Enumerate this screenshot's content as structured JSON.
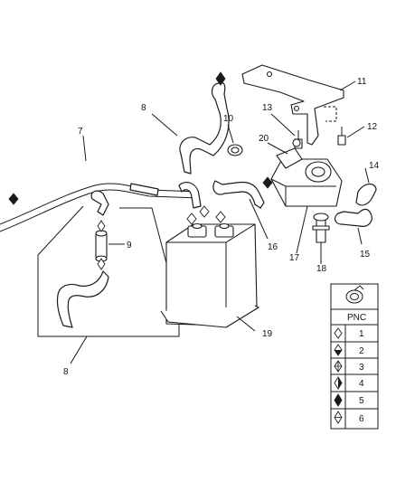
{
  "callouts": [
    "1",
    "2",
    "3",
    "4",
    "5",
    "6",
    "7",
    "8",
    "8",
    "9",
    "10",
    "11",
    "12",
    "13",
    "14",
    "15",
    "16",
    "17",
    "18",
    "19",
    "20"
  ],
  "legend": {
    "header": "PNC",
    "rows": [
      {
        "num": "1",
        "symbol": "diamond-outline-icon"
      },
      {
        "num": "2",
        "symbol": "diamond-half-filled-icon"
      },
      {
        "num": "3",
        "symbol": "diamond-cross-icon"
      },
      {
        "num": "4",
        "symbol": "diamond-split-icon"
      },
      {
        "num": "5",
        "symbol": "diamond-solid-icon"
      },
      {
        "num": "6",
        "symbol": "diamond-line-icon"
      }
    ]
  },
  "labels": {
    "l7": "7",
    "l8a": "8",
    "l8b": "8",
    "l9": "9",
    "l10": "10",
    "l11": "11",
    "l12": "12",
    "l13": "13",
    "l14": "14",
    "l15": "15",
    "l16": "16",
    "l17": "17",
    "l18": "18",
    "l19": "19",
    "l20": "20"
  },
  "colors": {
    "ink": "#1a1a1a",
    "background": "#ffffff"
  }
}
